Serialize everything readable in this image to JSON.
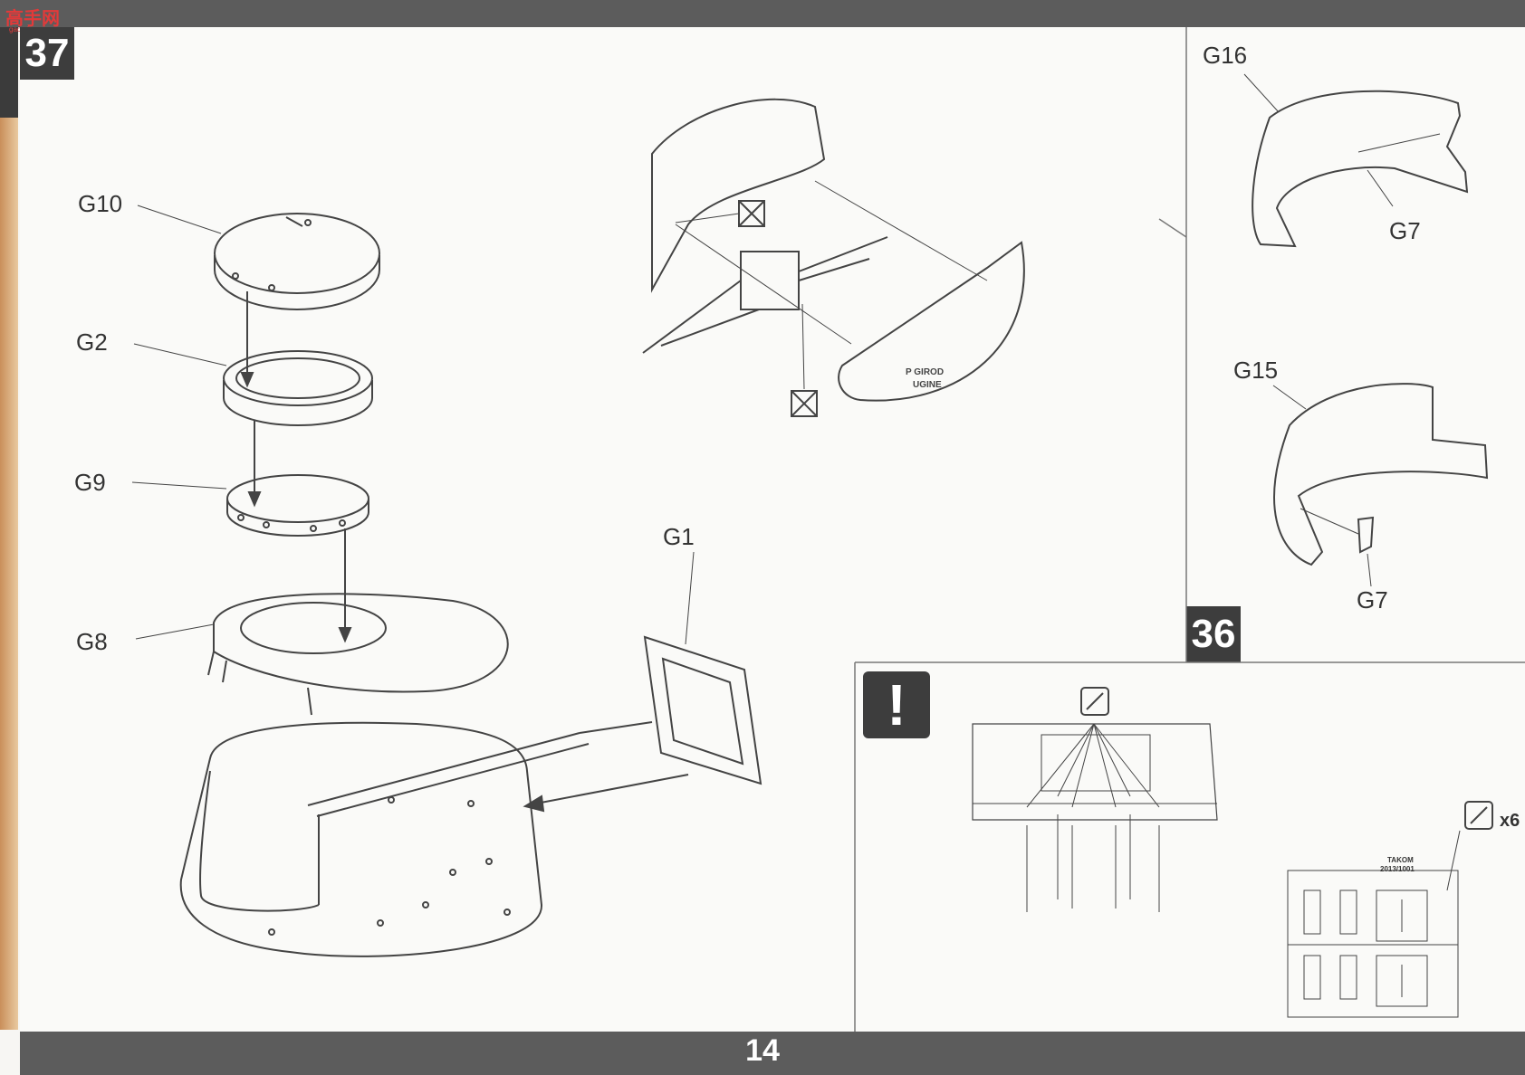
{
  "watermark": {
    "text": "高手网",
    "sub": "gao-shou.com"
  },
  "page_number": "14",
  "steps": {
    "step_37": "37",
    "step_36": "36"
  },
  "parts": {
    "g10": "G10",
    "g2": "G2",
    "g9": "G9",
    "g8": "G8",
    "g1": "G1",
    "g16": "G16",
    "g15": "G15",
    "g7_a": "G7",
    "g7_b": "G7"
  },
  "hull_marking": {
    "line1": "P  GIROD",
    "line2": "UGINE"
  },
  "attention_icon": "exclamation-icon",
  "multiplier": "x6",
  "sprue_tag": {
    "brand": "TAKOM",
    "code": "2013/1001"
  }
}
